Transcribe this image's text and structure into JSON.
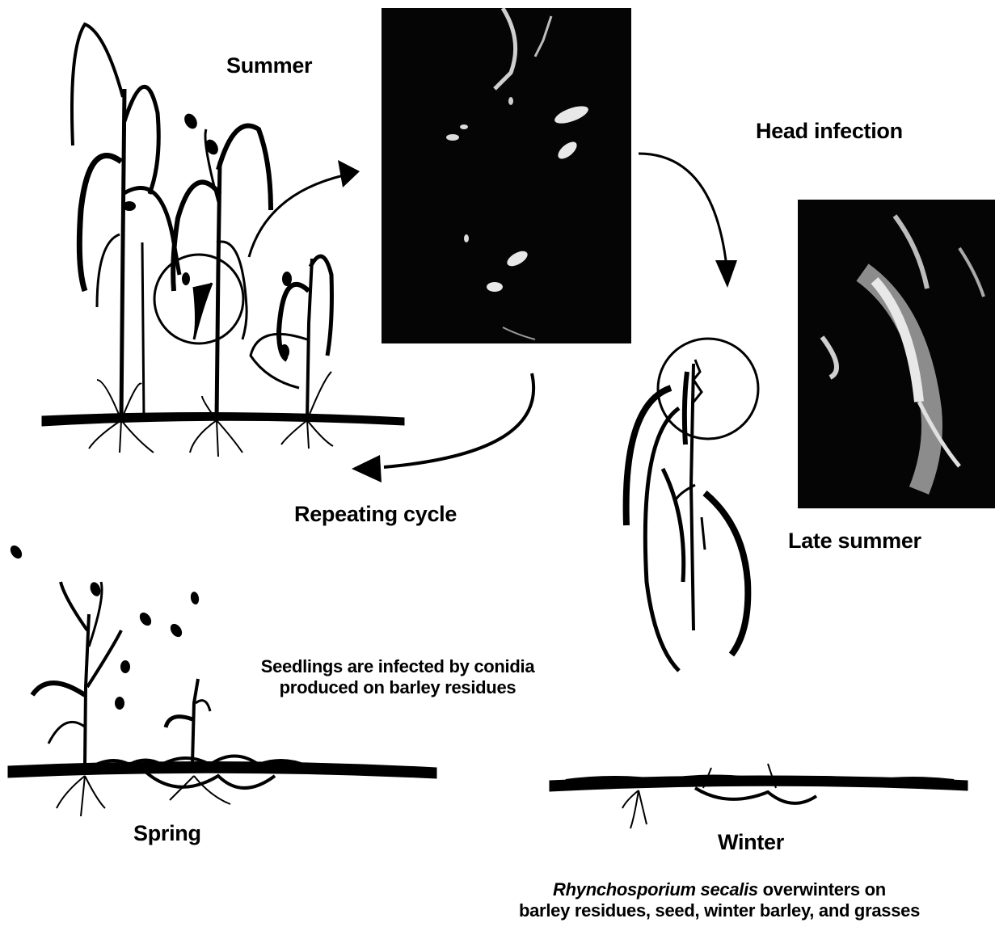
{
  "labels": {
    "summer": "Summer",
    "head_infection": "Head infection",
    "late_summer": "Late summer",
    "repeating_cycle": "Repeating cycle",
    "spring": "Spring",
    "winter": "Winter"
  },
  "captions": {
    "seedlings_line1": "Seedlings are infected by conidia",
    "seedlings_line2": "produced on barley residues",
    "overwinter_species": "Rhynchosporium secalis",
    "overwinter_line1_rest": " overwinters on",
    "overwinter_line2": "barley residues, seed, winter barley, and grasses"
  },
  "colors": {
    "ink": "#000000",
    "background": "#ffffff",
    "photo_bg": "#050505",
    "photo_highlight": "#e8e8e8"
  }
}
